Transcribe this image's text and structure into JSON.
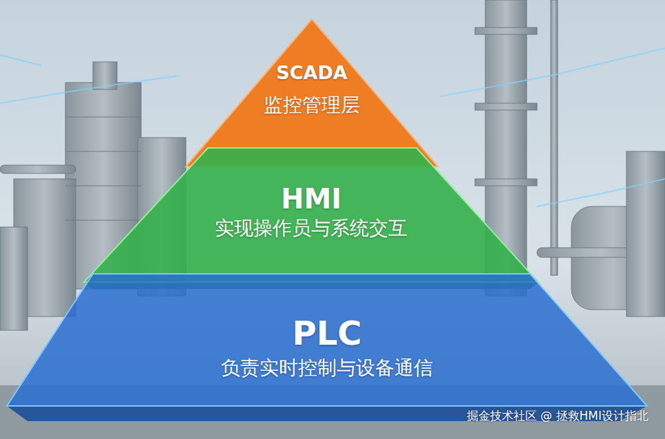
{
  "diagram": {
    "nodes": [
      {
        "text": [
          "SCADA",
          "监控管理层"
        ]
      },
      {
        "text": [
          "HMI",
          "实现操作员与系统交互"
        ]
      },
      {
        "text": [
          "PLC",
          "负责实时控制与设备通信"
        ]
      }
    ],
    "labels": [
      "掘金技术社区 @ 拯救HMI设计指北"
    ]
  }
}
